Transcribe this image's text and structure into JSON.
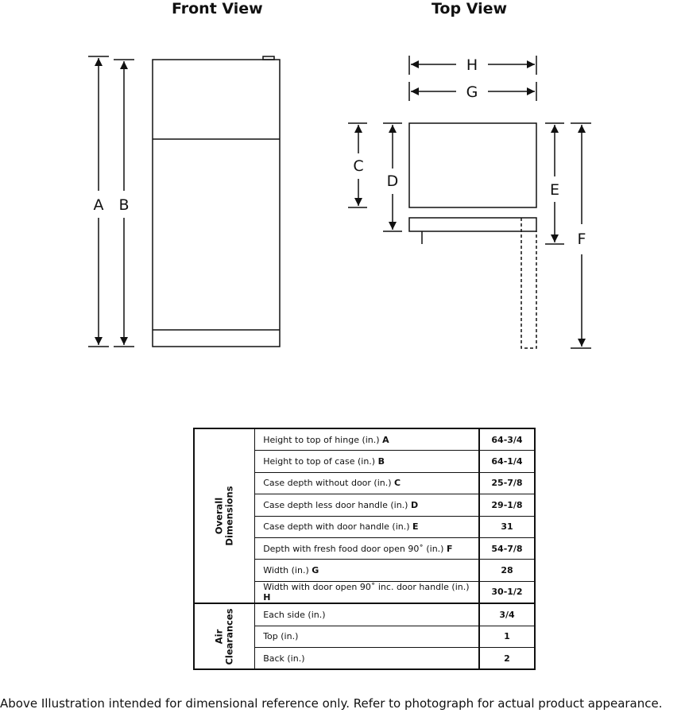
{
  "views": {
    "front_title": "Front View",
    "top_title": "Top View"
  },
  "dimension_letters": {
    "A": "A",
    "B": "B",
    "C": "C",
    "D": "D",
    "E": "E",
    "F": "F",
    "G": "G",
    "H": "H"
  },
  "table": {
    "group_overall": "Overall\nDimensions",
    "group_air": "Air\nClearances",
    "overall_rows": [
      {
        "label": "Height to top of hinge (in.)",
        "letter": "A",
        "value": "64-3/4"
      },
      {
        "label": "Height to top of case (in.)",
        "letter": "B",
        "value": "64-1/4"
      },
      {
        "label": "Case depth without door (in.)",
        "letter": "C",
        "value": "25-7/8"
      },
      {
        "label": "Case depth less door handle (in.)",
        "letter": "D",
        "value": "29-1/8"
      },
      {
        "label": "Case depth with door handle (in.)",
        "letter": "E",
        "value": "31"
      },
      {
        "label": "Depth with fresh food door open 90˚ (in.)",
        "letter": "F",
        "value": "54-7/8"
      },
      {
        "label": "Width (in.)",
        "letter": "G",
        "value": "28"
      },
      {
        "label": "Width with door open 90˚ inc. door handle (in.)",
        "letter": "H",
        "value": "30-1/2"
      }
    ],
    "air_rows": [
      {
        "label": "Each side (in.)",
        "value": "3/4"
      },
      {
        "label": "Top (in.)",
        "value": "1"
      },
      {
        "label": "Back (in.)",
        "value": "2"
      }
    ]
  },
  "footnote": "Above Illustration intended for dimensional reference only. Refer to photograph for actual product appearance."
}
